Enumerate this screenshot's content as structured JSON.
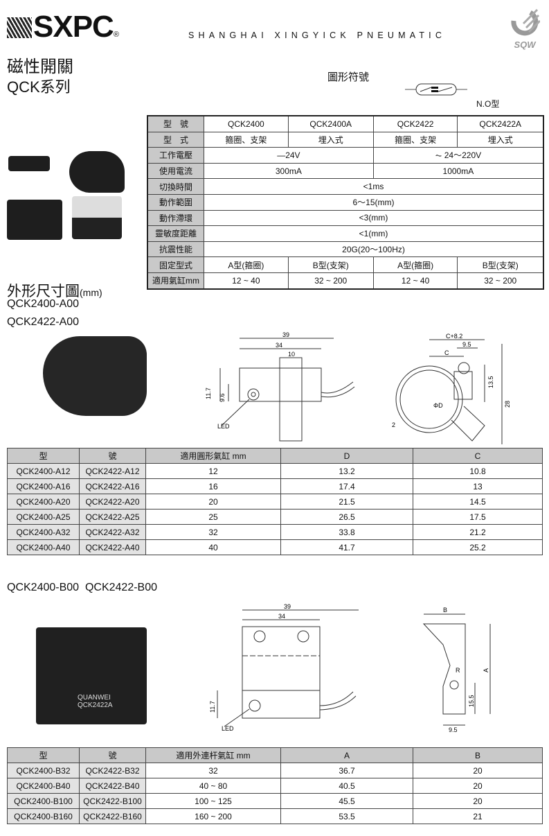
{
  "header": {
    "brand": "SXPC",
    "registered": "®",
    "tagline": "SHANGHAI XINGYICK PNEUMATIC",
    "logo_right": "SQW",
    "title": "磁性開關",
    "series": "QCK系列"
  },
  "symbol": {
    "label": "圖形符號",
    "type": "N.O型"
  },
  "spec": {
    "rows": [
      [
        "型　號",
        "QCK2400",
        "QCK2400A",
        "QCK2422",
        "QCK2422A"
      ],
      [
        "型　式",
        "箍圈、支架",
        "埋入式",
        "箍圈、支架",
        "埋入式"
      ],
      [
        "工作電壓",
        "—24V",
        "⏦ 24～220V"
      ],
      [
        "使用電流",
        "300mA",
        "1000mA"
      ],
      [
        "切換時間",
        "<1ms"
      ],
      [
        "動作範圍",
        "6～15(mm)"
      ],
      [
        "動作滯環",
        "<3(mm)"
      ],
      [
        "靈敏度距離",
        "<1(mm)"
      ],
      [
        "抗震性能",
        "20G(20～100Hz)"
      ],
      [
        "固定型式",
        "A型(箍圈)",
        "B型(支架)",
        "A型(箍圈)",
        "B型(支架)"
      ],
      [
        "適用氣缸mm",
        "12 ~ 40",
        "32 ~ 200",
        "12 ~ 40",
        "32 ~ 200"
      ]
    ]
  },
  "section_a": {
    "heading": "外形尺寸圖",
    "heading_unit": "(mm)",
    "model1": "QCK2400-A00",
    "model2": "QCK2422-A00",
    "dims": {
      "d39": "39",
      "d34": "34",
      "d10": "10",
      "d11_7": "11.7",
      "d9_6": "9.6",
      "led": "LED",
      "c82": "C+8.2",
      "d9_5": "9.5",
      "c": "C",
      "d13_5": "13.5",
      "d28": "28",
      "phid": "ΦD",
      "d2": "2"
    },
    "table": {
      "headers": [
        "型",
        "號",
        "適用圓形氣缸 mm",
        "D",
        "C"
      ],
      "rows": [
        [
          "QCK2400-A12",
          "QCK2422-A12",
          "12",
          "13.2",
          "10.8"
        ],
        [
          "QCK2400-A16",
          "QCK2422-A16",
          "16",
          "17.4",
          "13"
        ],
        [
          "QCK2400-A20",
          "QCK2422-A20",
          "20",
          "21.5",
          "14.5"
        ],
        [
          "QCK2400-A25",
          "QCK2422-A25",
          "25",
          "26.5",
          "17.5"
        ],
        [
          "QCK2400-A32",
          "QCK2422-A32",
          "32",
          "33.8",
          "21.2"
        ],
        [
          "QCK2400-A40",
          "QCK2422-A40",
          "40",
          "41.7",
          "25.2"
        ]
      ]
    }
  },
  "section_b": {
    "heading": "QCK2400-B00  QCK2422-B00",
    "dims": {
      "d39": "39",
      "d34": "34",
      "d11_7": "11.7",
      "led": "LED",
      "b": "B",
      "a": "A",
      "r": "R",
      "d15_5": "15.5",
      "d9_5": "9.5"
    },
    "photo_text": "QUANWEI QCK2422A",
    "table": {
      "headers": [
        "型",
        "號",
        "適用外連杆氣缸 mm",
        "A",
        "B"
      ],
      "rows": [
        [
          "QCK2400-B32",
          "QCK2422-B32",
          "32",
          "36.7",
          "20"
        ],
        [
          "QCK2400-B40",
          "QCK2422-B40",
          "40 ~ 80",
          "40.5",
          "20"
        ],
        [
          "QCK2400-B100",
          "QCK2422-B100",
          "100 ~ 125",
          "45.5",
          "20"
        ],
        [
          "QCK2400-B160",
          "QCK2422-B160",
          "160 ~ 200",
          "53.5",
          "21"
        ]
      ]
    }
  }
}
